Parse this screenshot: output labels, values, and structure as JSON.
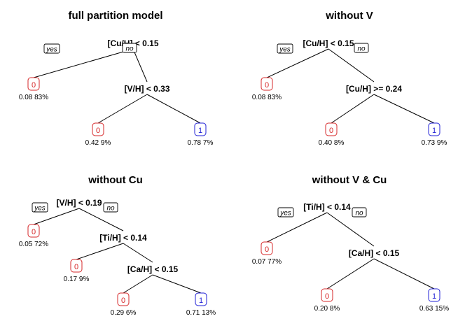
{
  "colors": {
    "class0": "#d62728",
    "class1": "#1f1fd6",
    "edge": "#000000"
  },
  "branch_labels": {
    "yes": "yes",
    "no": "no"
  },
  "trees": [
    {
      "title": "full partition model",
      "splits": [
        {
          "text": "[Cu/H] < 0.15"
        },
        {
          "text": "[V/H] < 0.33"
        }
      ],
      "leaves": [
        {
          "class": "0",
          "prob": "0.08",
          "pct": "83%"
        },
        {
          "class": "0",
          "prob": "0.42",
          "pct": "9%"
        },
        {
          "class": "1",
          "prob": "0.78",
          "pct": "7%"
        }
      ]
    },
    {
      "title": "without V",
      "splits": [
        {
          "text": "[Cu/H] < 0.15"
        },
        {
          "text": "[Cu/H] >= 0.24"
        }
      ],
      "leaves": [
        {
          "class": "0",
          "prob": "0.08",
          "pct": "83%"
        },
        {
          "class": "0",
          "prob": "0.40",
          "pct": "8%"
        },
        {
          "class": "1",
          "prob": "0.73",
          "pct": "9%"
        }
      ]
    },
    {
      "title": "without Cu",
      "splits": [
        {
          "text": "[V/H] < 0.19"
        },
        {
          "text": "[Ti/H] < 0.14"
        },
        {
          "text": "[Ca/H] < 0.15"
        }
      ],
      "leaves": [
        {
          "class": "0",
          "prob": "0.05",
          "pct": "72%"
        },
        {
          "class": "0",
          "prob": "0.17",
          "pct": "9%"
        },
        {
          "class": "0",
          "prob": "0.29",
          "pct": "6%"
        },
        {
          "class": "1",
          "prob": "0.71",
          "pct": "13%"
        }
      ]
    },
    {
      "title": "without V & Cu",
      "splits": [
        {
          "text": "[Ti/H] < 0.14"
        },
        {
          "text": "[Ca/H] < 0.15"
        }
      ],
      "leaves": [
        {
          "class": "0",
          "prob": "0.07",
          "pct": "77%"
        },
        {
          "class": "0",
          "prob": "0.20",
          "pct": "8%"
        },
        {
          "class": "1",
          "prob": "0.63",
          "pct": "15%"
        }
      ]
    }
  ]
}
